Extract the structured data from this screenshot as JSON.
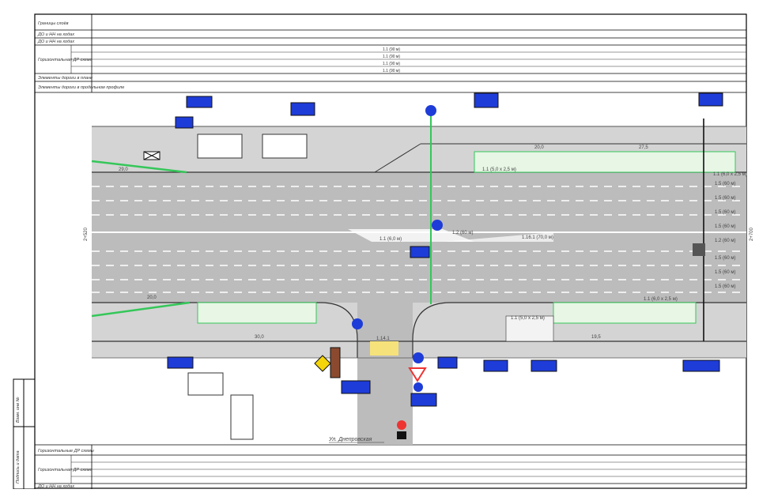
{
  "header_rows": {
    "row1_label": "Границы слоёв",
    "row2_label": "ДО и НН на ходах",
    "row3_label": "ДО и НН на ходах",
    "row4_label": "Горизонтальная ДР схема",
    "row5_label": "Элементы дороги в плане",
    "row6_label": "Элементы дороги в продольном профиле"
  },
  "footer_rows": {
    "row1_label": "Горизонтальные ДР схемы",
    "row2_label": "Горизонтальная ДР схема",
    "row3_label": "ДО и НН на ходах"
  },
  "center_codes": [
    "1.1 (90 м)",
    "1.1 (90 м)",
    "1.1 (90 м)",
    "1.1 (90 м)"
  ],
  "stations": {
    "left": "2+520",
    "right": "2+700"
  },
  "dims": {
    "d1": "29,0",
    "d2": "20,0",
    "d3": "27,5",
    "d4": "20,0",
    "d5": "30,0",
    "d6": "19,5"
  },
  "lane_marks": [
    "1.5 (60 м)",
    "1.5 (60 м)",
    "1.5 (60 м)",
    "1.5 (60 м)",
    "1.2 (60 м)",
    "1.5 (60 м)",
    "1.5 (60 м)",
    "1.5 (60 м)"
  ],
  "road_marks": {
    "m1": "1.16.1 (70,0 м)",
    "m2": "1.1 (6,0 м)",
    "m3": "1.2 (60 м)",
    "m4": "1.14.1",
    "m5": "1.1 (6,0 x 2,5 м)",
    "m6": "1.1 (5,0 x 2,5 м)",
    "m7": "1.1 (5,0 x 2,5 м)",
    "m8": "1.1 (6,0 x 2,5 м)"
  },
  "street_label": "Ул. Днепровская",
  "side_labels": {
    "a": "Подпись и дата",
    "b": "Взам. инв №"
  },
  "colors": {
    "road": "#c9c9c9",
    "lane": "#ffffff",
    "green": "#34c759",
    "sign_blue": "#1e3cd8",
    "frame": "#000000"
  }
}
